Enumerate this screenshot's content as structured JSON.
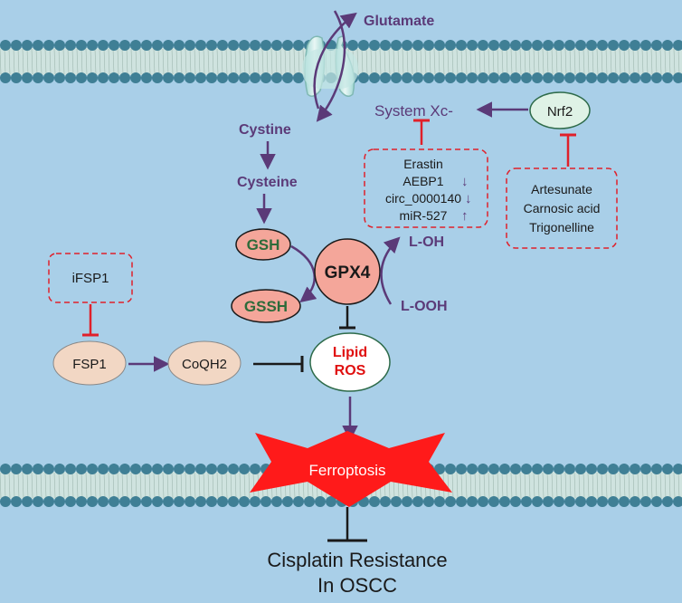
{
  "colors": {
    "background": "#a9cfe8",
    "membrane_head": "#3f7f95",
    "membrane_tail": "#cfe3df",
    "pathway_arrow": "#5b3a78",
    "inhibit_red": "#e0202a",
    "inhibit_black": "#1a1a1a",
    "gsh_fill": "#f4a69a",
    "fsp1_fill": "#f2d7c4",
    "nrf2_fill": "#dff2e6",
    "ferroptosis_burst": "#ff1a1a"
  },
  "labels": {
    "glutamate": "Glutamate",
    "cystine": "Cystine",
    "cysteine": "Cysteine",
    "system_xc": "System Xc-",
    "nrf2": "Nrf2",
    "gsh": "GSH",
    "gssh": "GSSH",
    "gpx4": "GPX4",
    "l_oh": "L-OH",
    "l_ooh": "L-OOH",
    "ifsp1": "iFSP1",
    "fsp1": "FSP1",
    "coqh2": "CoQH2",
    "lipid": "Lipid",
    "ros": "ROS",
    "ferroptosis": "Ferroptosis",
    "outcome_line1": "Cisplatin Resistance",
    "outcome_line2": "In OSCC"
  },
  "regulators_xc": [
    {
      "name": "Erastin",
      "arrow": ""
    },
    {
      "name": "AEBP1",
      "arrow": "↓"
    },
    {
      "name": "circ_0000140",
      "arrow": "↓"
    },
    {
      "name": "miR-527",
      "arrow": "↑"
    }
  ],
  "regulators_nrf2": [
    "Artesunate",
    "Carnosic acid",
    "Trigonelline"
  ]
}
